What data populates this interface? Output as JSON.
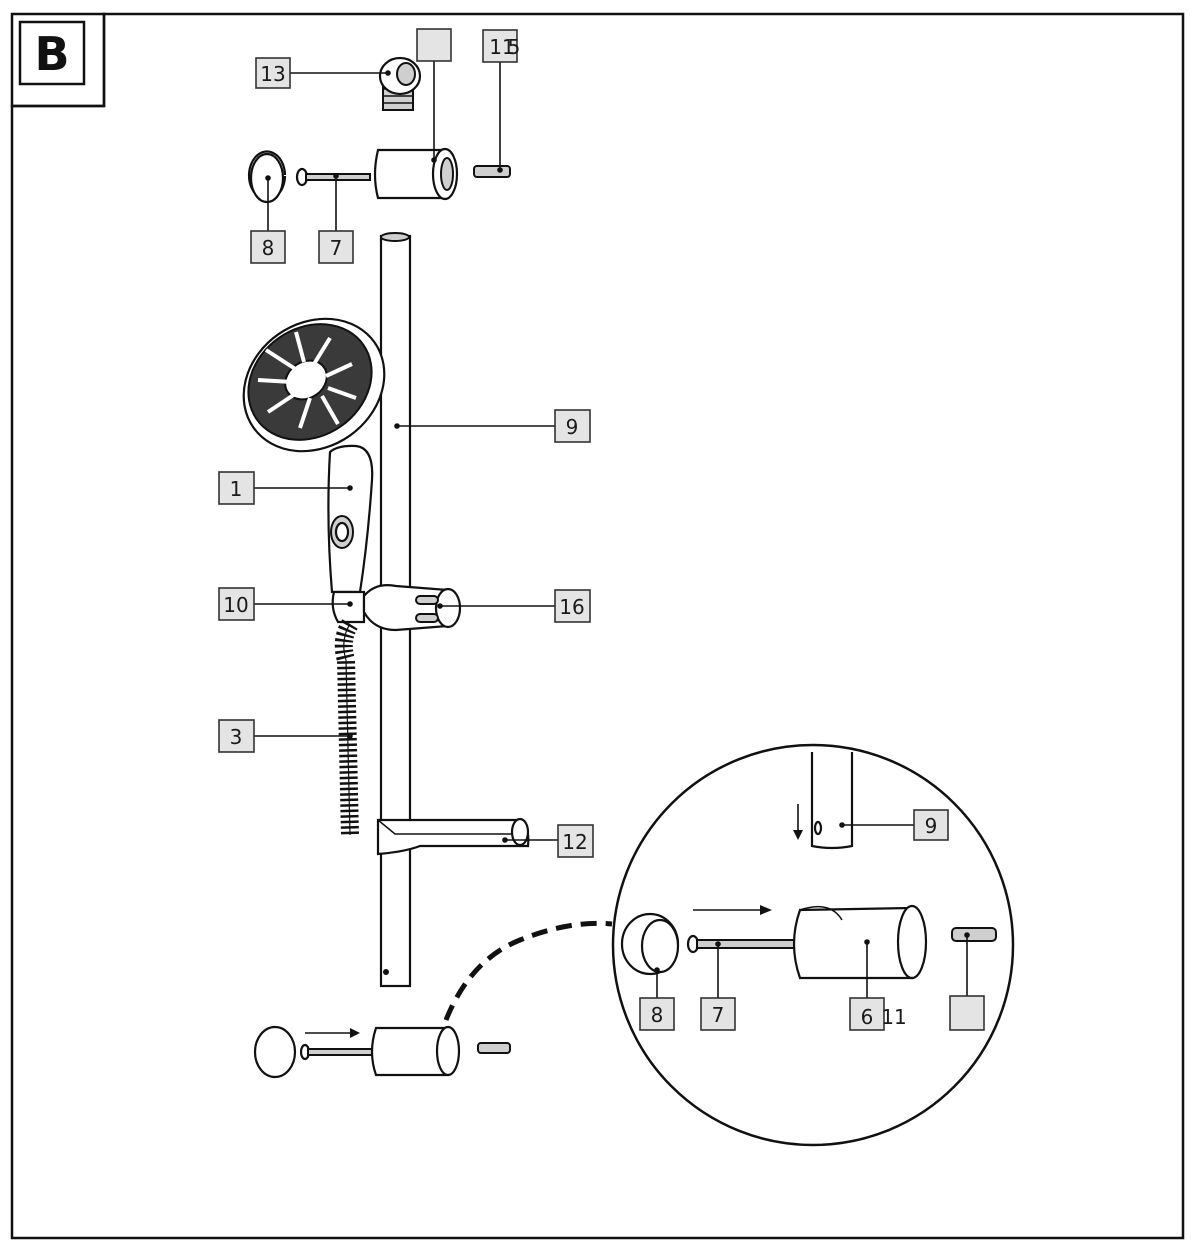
{
  "figure": {
    "corner_label": "B"
  },
  "callouts": {
    "top_fitting": "13",
    "top_bracket": "",
    "top_anchor_a": "11",
    "top_anchor_b": "5",
    "top_cap": "8",
    "top_screw": "7",
    "rail": "9",
    "hand_shower": "1",
    "holder": "10",
    "slider": "16",
    "hose": "3",
    "soap_dish": "12"
  },
  "detail": {
    "rail": "9",
    "cap": "8",
    "screw": "7",
    "bracket": "6",
    "bracket_alt": "11",
    "anchor": ""
  },
  "icons": {
    "arrow": "arrow-right-icon",
    "arrow_down": "arrow-down-icon"
  }
}
